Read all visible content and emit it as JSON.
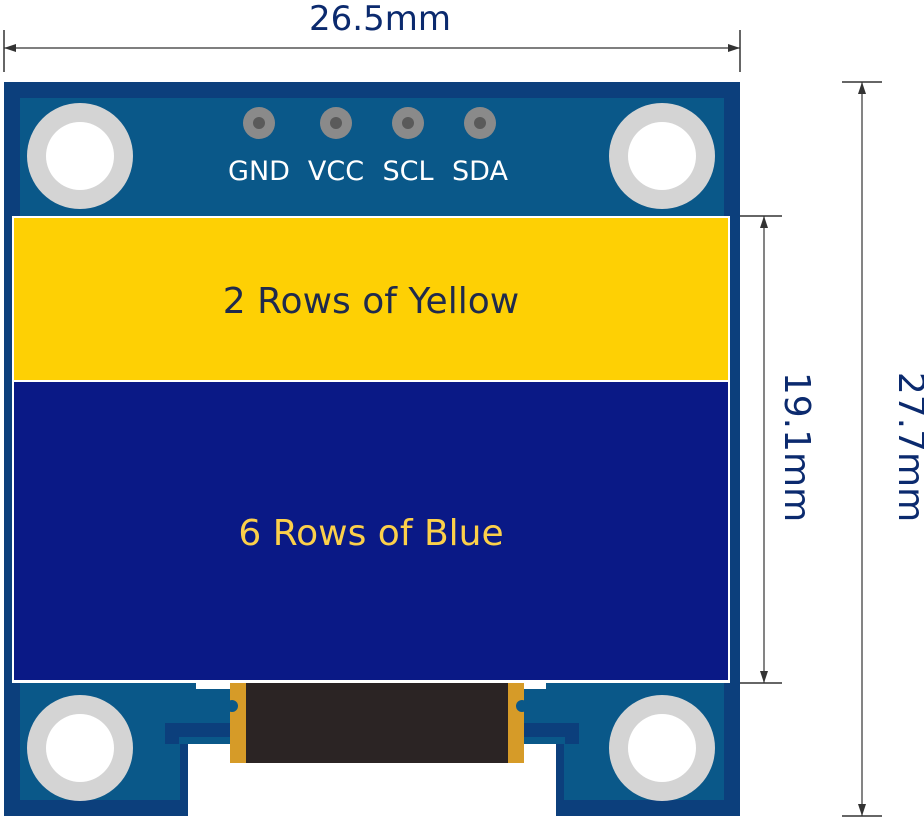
{
  "dimensions": {
    "width_label": "26.5mm",
    "display_height_label": "19.1mm",
    "board_height_label": "27.7mm"
  },
  "pins": [
    "GND",
    "VCC",
    "SCL",
    "SDA"
  ],
  "display": {
    "yellow_label": "2 Rows of Yellow",
    "blue_label": "6 Rows of Blue"
  },
  "colors": {
    "pcb_outer": "#0c3f7c",
    "pcb_inner": "#0a5889",
    "yellow": "#fed004",
    "blue": "#0a1986",
    "dimension_text": "#0b2a6e",
    "blue_label_text": "#fcd04a",
    "yellow_label_text": "#1f2a4d",
    "hole": "#d4d4d4",
    "flex_cable": "#2b2424",
    "flex_gold": "#d69b28"
  }
}
